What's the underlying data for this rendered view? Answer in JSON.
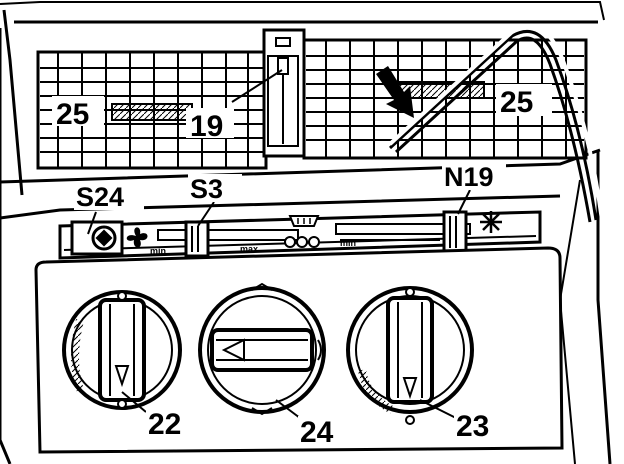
{
  "callouts": {
    "vent_left": "25",
    "vent_center": "19",
    "vent_right": "25",
    "switch_s24": "S24",
    "slider_s3": "S3",
    "slider_n19": "N19",
    "knob_left": "22",
    "knob_center": "24",
    "knob_right": "23"
  },
  "panel_markings": {
    "min_left": "min",
    "max_center": "max",
    "min_right": "min"
  },
  "icons": {
    "fan": "fan-icon",
    "windshield": "windshield-icon",
    "snowflake": "snowflake-icon",
    "arrow": "pointer-arrow-icon"
  },
  "colors": {
    "ink": "#000000",
    "paper": "#ffffff"
  }
}
